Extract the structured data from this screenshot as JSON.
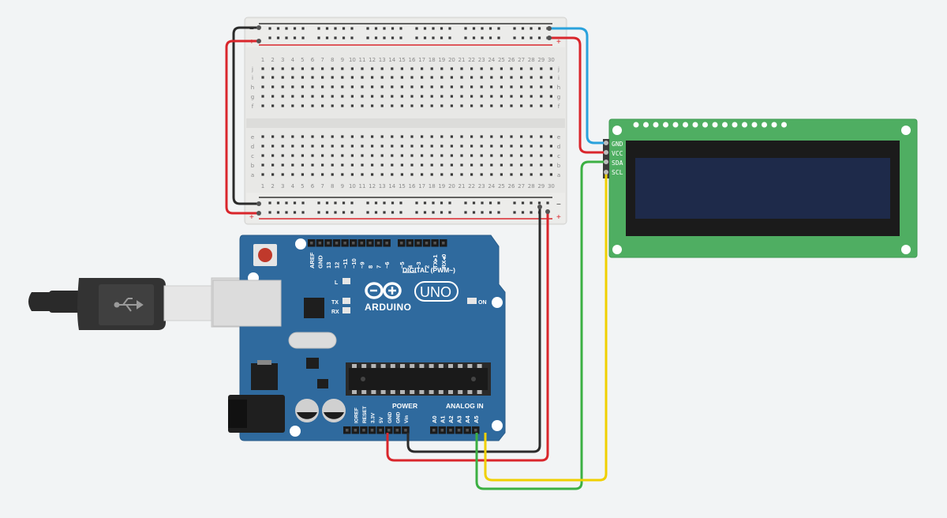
{
  "breadboard": {
    "row_letters_top": [
      "j",
      "i",
      "h",
      "g",
      "f"
    ],
    "row_letters_bottom": [
      "e",
      "d",
      "c",
      "b",
      "a"
    ],
    "columns": 30,
    "rail_plus": "+",
    "rail_minus": "−"
  },
  "lcd": {
    "pins": [
      "GND",
      "VCC",
      "SDA",
      "SCL"
    ],
    "board_color": "#4fae62",
    "screen_color": "#1e2a4a"
  },
  "arduino": {
    "brand": "ARDUINO",
    "model": "UNO",
    "digital_label": "DIGITAL (PWM~)",
    "digital_pins": [
      "AREF",
      "GND",
      "13",
      "12",
      "~11",
      "~10",
      "~9",
      "8",
      "7",
      "~6",
      "~5",
      "4",
      "~3",
      "2",
      "TX▸1",
      "RX◂0"
    ],
    "power_label": "POWER",
    "power_pins": [
      "IOREF",
      "RESET",
      "3.3V",
      "5V",
      "GND",
      "GND",
      "Vin"
    ],
    "analog_label": "ANALOG IN",
    "analog_pins": [
      "A0",
      "A1",
      "A2",
      "A3",
      "A4",
      "A5"
    ],
    "led_labels": {
      "l": "L",
      "tx": "TX",
      "rx": "RX",
      "on": "ON"
    },
    "board_color": "#2f6a9e"
  },
  "wires": {
    "black": "#2b2b2b",
    "red": "#d9262c",
    "blue": "#2aa2dc",
    "green": "#3cb043",
    "yellow": "#f0d000"
  }
}
